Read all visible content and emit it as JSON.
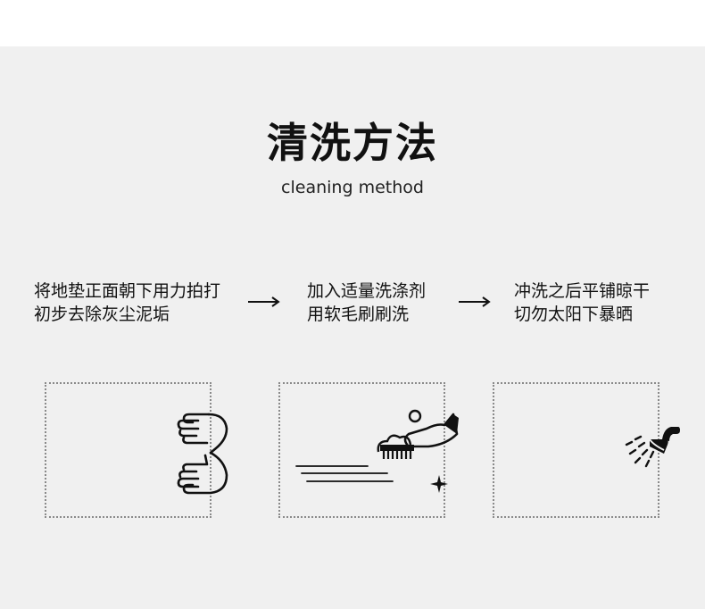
{
  "header": {
    "title": "清洗方法",
    "subtitle": "cleaning method"
  },
  "steps": [
    {
      "line1": "将地垫正面朝下用力拍打",
      "line2": "初步去除灰尘泥垢",
      "icon": "hand-pat-icon"
    },
    {
      "line1": "加入适量洗涤剂",
      "line2": "用软毛刷刷洗",
      "icon": "scrub-brush-icon"
    },
    {
      "line1": "冲洗之后平铺晾干",
      "line2": "切勿太阳下暴晒",
      "icon": "shower-head-icon"
    }
  ],
  "colors": {
    "background": "#f0f0f0",
    "top_band": "#ffffff",
    "text": "#111111",
    "card_border": "#8a8a8a"
  }
}
